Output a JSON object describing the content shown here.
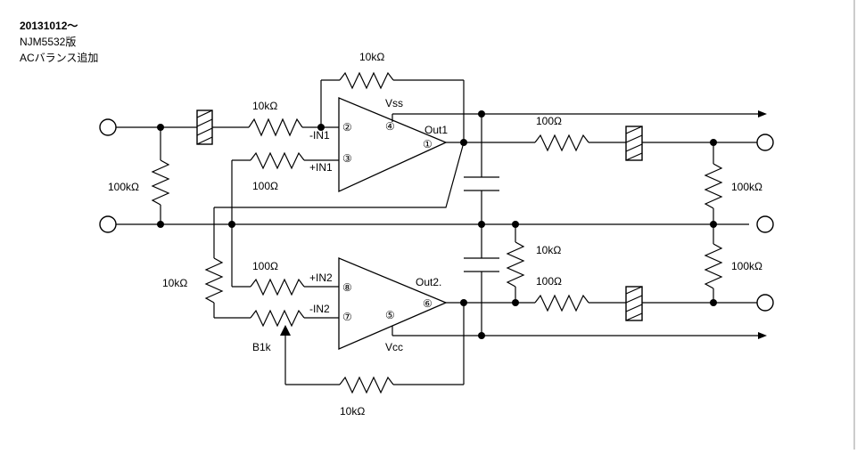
{
  "header": {
    "line1": "20131012～",
    "line2": "NJM5532版",
    "line3": "ACバランス追加"
  },
  "labels": {
    "r_fb_top": "10kΩ",
    "r_in1": "10kΩ",
    "r_in_plus1": "100Ω",
    "r_bias_left": "100kΩ",
    "r_mid_left": "10kΩ",
    "r_in_plus2": "100Ω",
    "pot": "B1k",
    "r_fb_bottom": "10kΩ",
    "r_out1": "100Ω",
    "r_out2": "100Ω",
    "r_mid_right": "10kΩ",
    "r_load_top": "100kΩ",
    "r_load_bottom": "100kΩ",
    "pin_minus_in1": "-IN1",
    "pin_plus_in1": "+IN1",
    "pin_plus_in2": "+IN2",
    "pin_minus_in2": "-IN2",
    "out1": "Out1",
    "out2": "Out2.",
    "vss": "Vss",
    "vcc": "Vcc",
    "pin2": "②",
    "pin3": "③",
    "pin4": "④",
    "pin1": "①",
    "pin8": "⑧",
    "pin7": "⑦",
    "pin5": "⑤",
    "pin6": "⑥"
  }
}
